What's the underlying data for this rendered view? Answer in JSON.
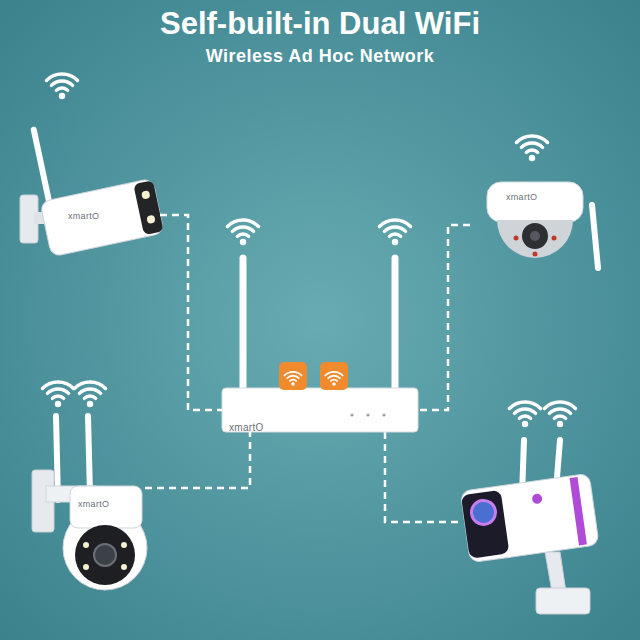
{
  "diagram": {
    "title": "Self-built-in Dual WiFi",
    "nodes": [
      {
        "text": [
          "xmartO"
        ]
      },
      {
        "text": [
          "xmartO"
        ]
      },
      {
        "text": [
          "xmartO"
        ]
      },
      {
        "text": [
          "xmartO"
        ]
      }
    ],
    "edges": [
      {
        "from": 0,
        "to": 2,
        "arrow": "none"
      },
      {
        "from": 1,
        "to": 2,
        "arrow": "none"
      },
      {
        "from": 3,
        "to": 2,
        "arrow": "none"
      }
    ],
    "labels": [
      "Wireless Ad Hoc Network"
    ]
  }
}
